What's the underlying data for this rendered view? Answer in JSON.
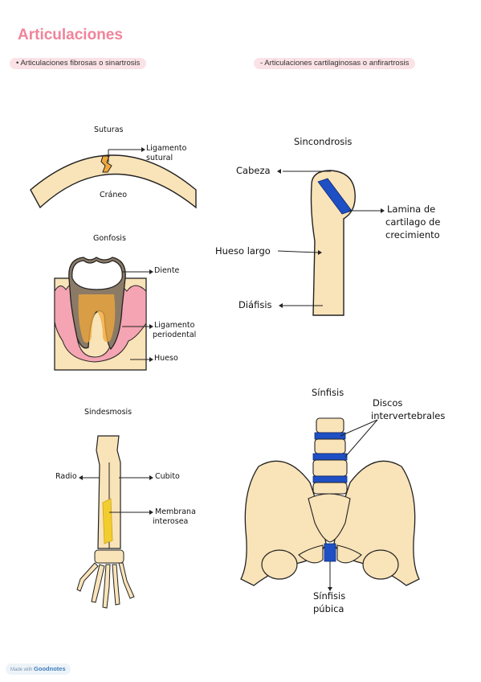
{
  "title": "Articulaciones",
  "sections": {
    "fibrosas": "•     Articulaciones fibrosas o sinartrosis",
    "cartilaginosas": "- Articulaciones cartilaginosas o anfirartrosis"
  },
  "suturas": {
    "title": "Suturas",
    "ligamento_1": "Ligamento",
    "ligamento_2": "sutural",
    "craneo": "Cráneo"
  },
  "gonfosis": {
    "title": "Gonfosis",
    "diente": "Diente",
    "ligamento_1": "Ligamento",
    "ligamento_2": "periodental",
    "hueso": "Hueso"
  },
  "sindesmosis": {
    "title": "Sindesmosis",
    "radio": "Radio",
    "cubito": "Cubito",
    "membrana_1": "Membrana",
    "membrana_2": "interosea"
  },
  "sincondrosis": {
    "title": "Sincondrosis",
    "cabeza": "Cabeza",
    "lamina_1": "Lamina de",
    "lamina_2": "cartilago de",
    "lamina_3": "crecimiento",
    "hueso_largo": "Hueso largo",
    "diafisis": "Diáfisis"
  },
  "sinfisis": {
    "title": "Sínfisis",
    "discos_1": "Discos",
    "discos_2": "intervertebrales",
    "pubica_1": "Sínfisis",
    "pubica_2": "púbica"
  },
  "footer": {
    "made_in": "Made with",
    "brand": "Goodnotes"
  },
  "colors": {
    "accent": "#f0849a",
    "pill": "#fbe2e6",
    "bone": "#f9e3b8",
    "cartilage": "#1e4fc4",
    "gum": "#f4a4b2",
    "membrane": "#f2cd2e"
  }
}
